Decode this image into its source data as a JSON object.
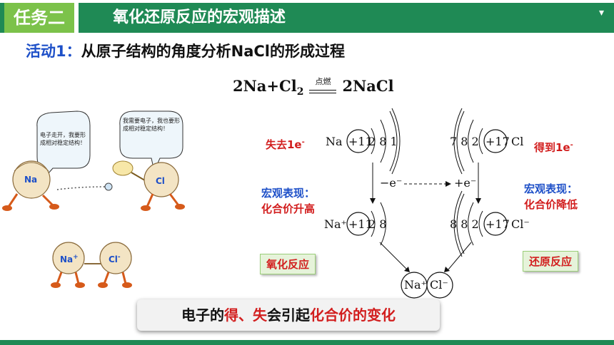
{
  "header": {
    "task_label": "任务二",
    "title": "氧化还原反应的宏观描述"
  },
  "activity": {
    "prefix": "活动1：",
    "text": "从原子结构的角度分析NaCl的形成过程"
  },
  "equation": {
    "left": "2Na+Cl",
    "sub": "2",
    "condition": "点燃",
    "right": "2NaCl"
  },
  "cartoon": {
    "bubble_left": "电子走开，我要形成相对稳定结构！",
    "bubble_right": "我需要电子，我也要形成相对稳定结构！",
    "na": "Na",
    "cl": "Cl",
    "na_ion": "Na",
    "na_ion_sup": "+",
    "cl_ion": "Cl",
    "cl_ion_sup": "-"
  },
  "diagram": {
    "lose_label": "失去1e",
    "lose_sup": "-",
    "gain_label": "得到1e",
    "gain_sup": "-",
    "na_atom_symbol": "Na",
    "na_nucleus": "+11",
    "na_shells": "2 8 1",
    "cl_atom_symbol": "Cl",
    "cl_nucleus": "+17",
    "cl_shells": "7 8 2",
    "minus_e": "−e⁻",
    "plus_e": "+e⁻",
    "na_ion_symbol": "Na⁺",
    "na_ion_shells": "2 8",
    "cl_ion_symbol": "Cl⁻",
    "cl_ion_shells": "8 8 2",
    "product_na": "Na⁺",
    "product_cl": "Cl⁻"
  },
  "macro_left": {
    "line1": "宏观表现：",
    "line2": "化合价升高"
  },
  "macro_right": {
    "line1": "宏观表现：",
    "line2": "化合价降低"
  },
  "tag_oxidation": "氧化反应",
  "tag_reduction": "还原反应",
  "summary": {
    "p1": "电子的",
    "r1": "得",
    "p2": "、",
    "r2": "失",
    "p3": "会引起",
    "r3": "化合价的变化"
  }
}
